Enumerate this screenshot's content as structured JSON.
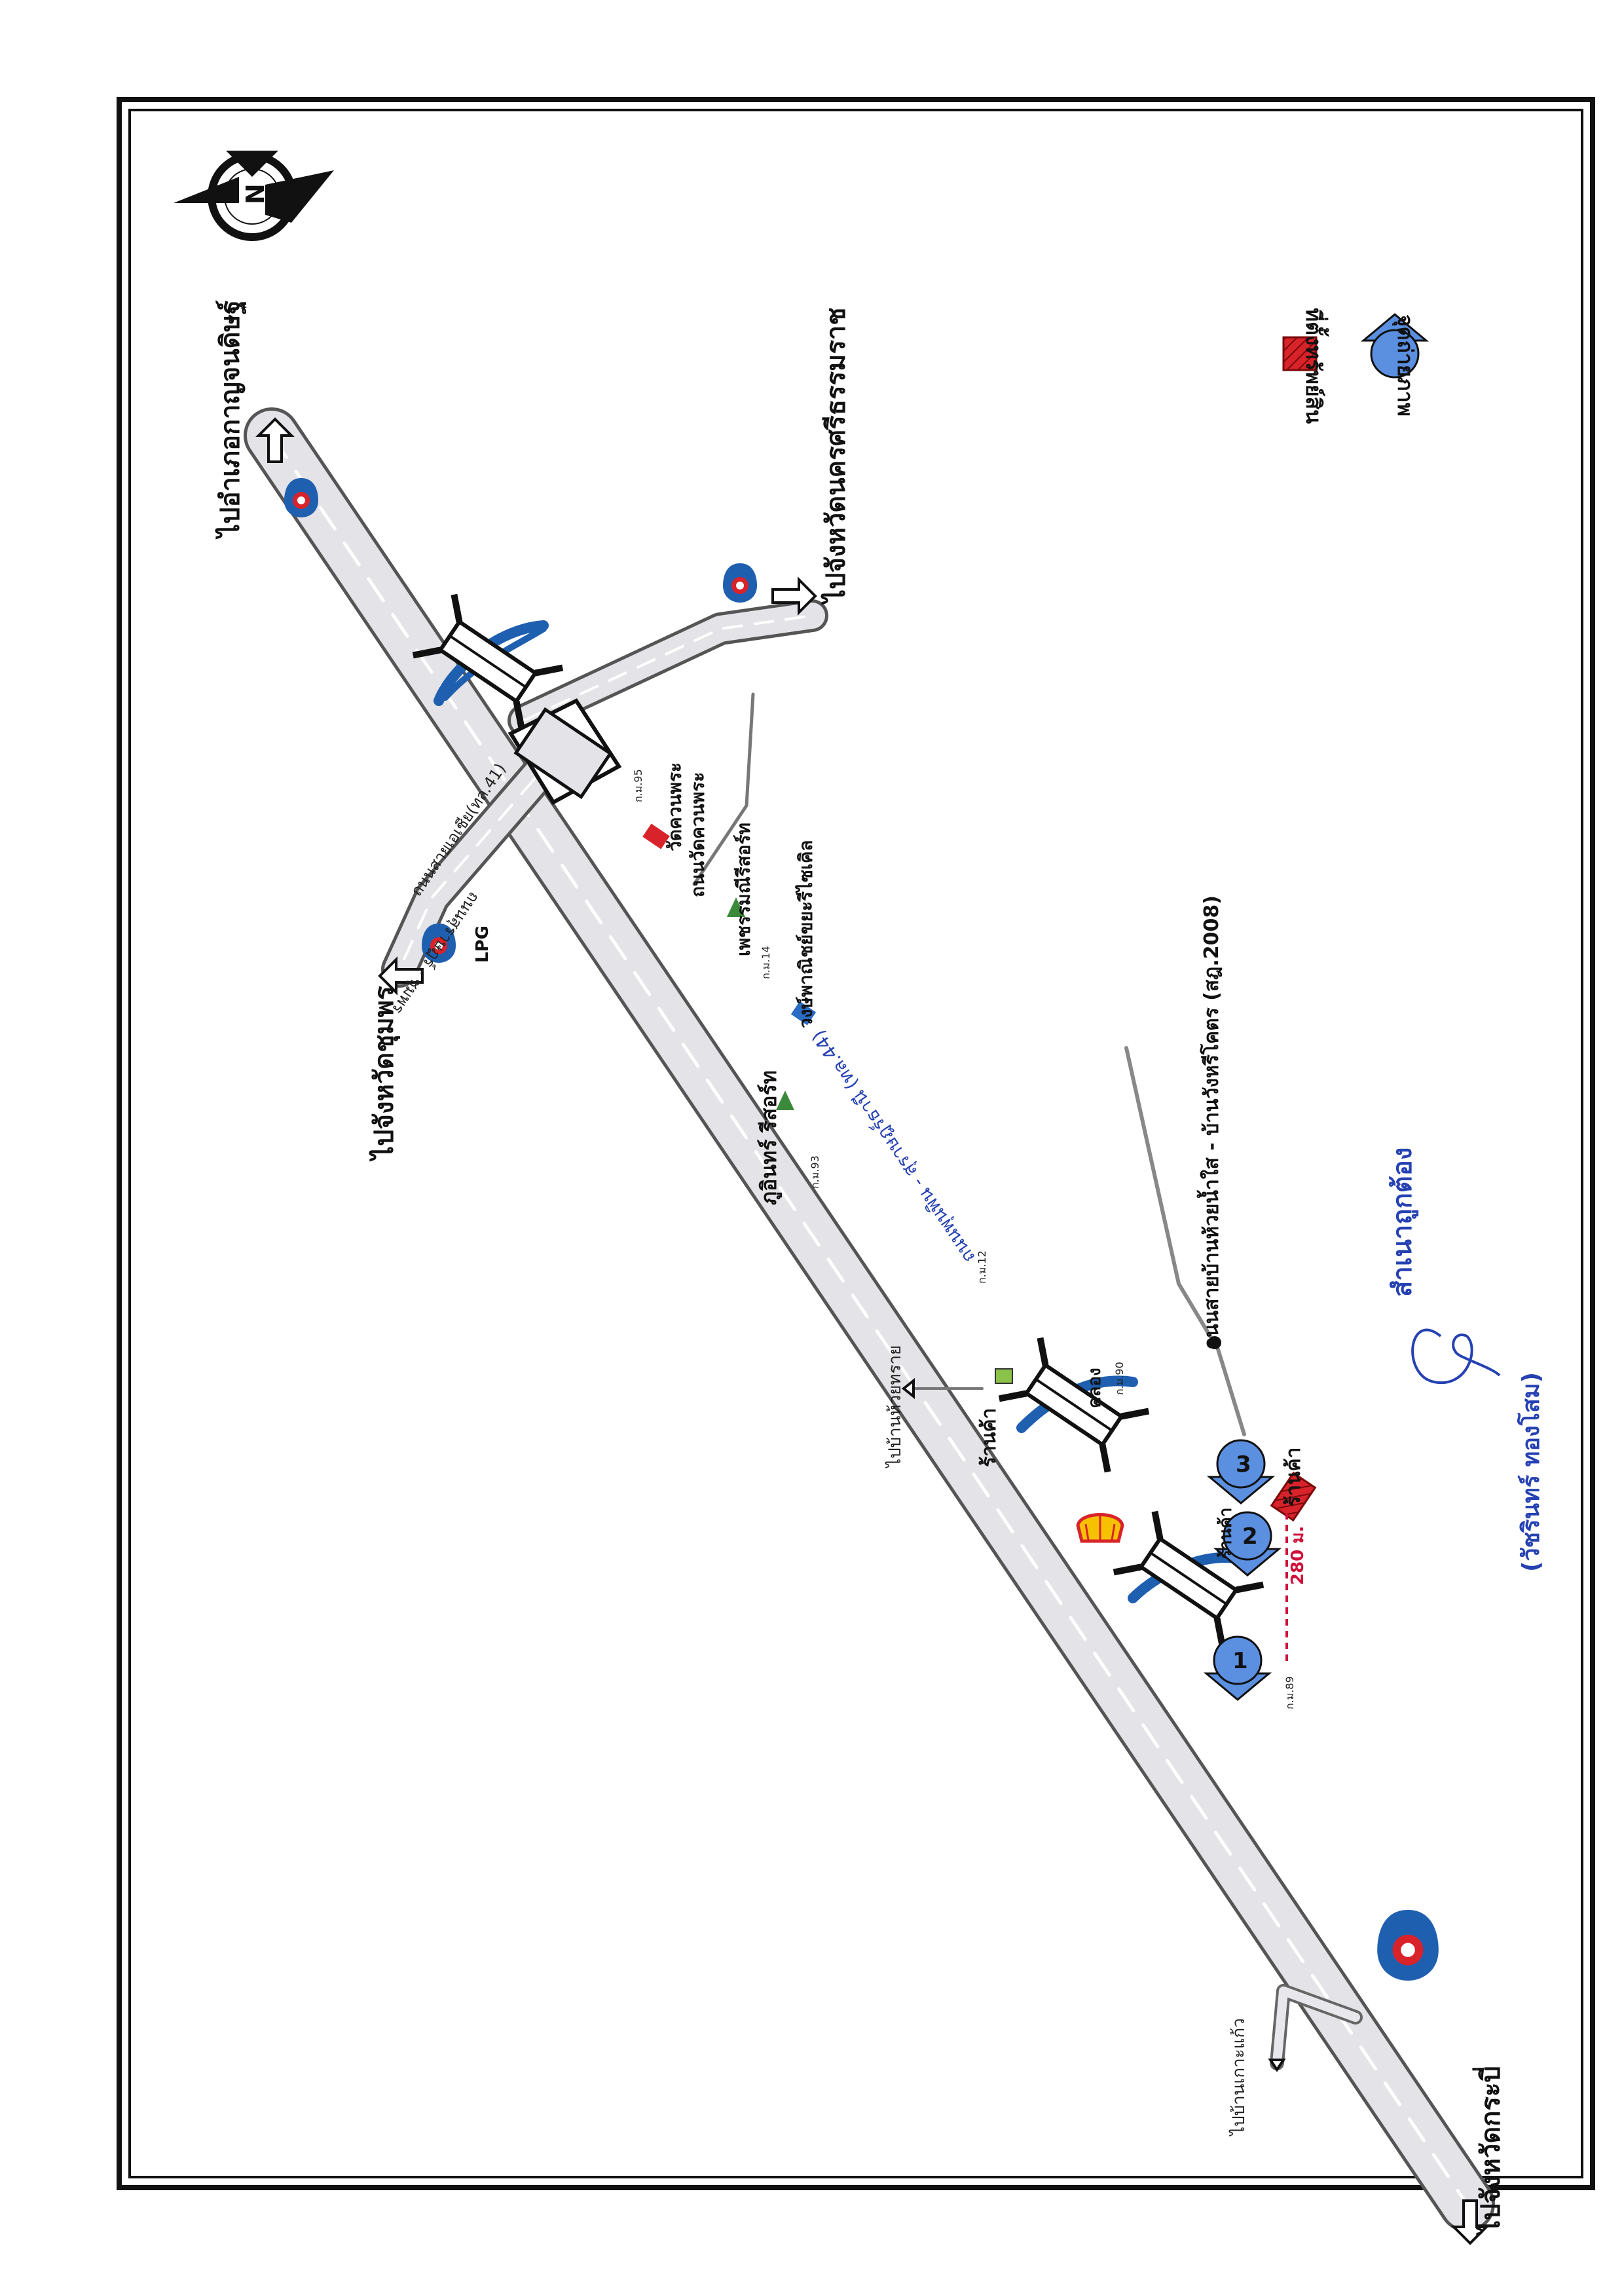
{
  "map": {
    "legend": {
      "property_location": "ที่ตั้งทรัพย์สิน",
      "photo_point": "จุดถ่ายภาพ"
    },
    "compass": {
      "north_letter": "N"
    },
    "directions": {
      "to_kanchanadit": "ไปอำเภอกาญจนดิษฐ์",
      "to_nakhon_si_thammarat": "ไปจังหวัดนครศรีธรรมราช",
      "to_chumphon": "ไปจังหวัดชุมพร",
      "to_krabi": "ไปจังหวัดกระบี่",
      "to_ban_huai_sai": "ไปบ้านห้วยทราย",
      "to_ban_ko_kaeo": "ไปบ้านเกาะแก้ว"
    },
    "roads": {
      "asian_highway": "ถนนสายเอเชีย(ทล.41)",
      "surat_chumphon": "ถนนสุราษฎร์ - ชุมพร",
      "main_highway": "ถนนพุนพิน - สุราษฎร์ธานี (ทล.44)",
      "wat_khuan_phra_road": "ถนนวัดควนพระ",
      "local_road": "ถนนสายบ้านห้วยน้ำใส - บ้านวังหรีโคตร (สฎ.2008)"
    },
    "places": {
      "wat_khuan_phra": "วัดควนพระ",
      "phet_resort": "เพชรรมณีรีสอร์ท",
      "wong_phanit": "วงษ์พาณิชย์ขยะรีไซเคิล",
      "phu_inthra_resort": "ภูอินทร์ รีสอร์ท",
      "lpg": "LPG",
      "shop_1": "ร้านค้า",
      "shop_2": "ร้านค้า",
      "shop_3": "ร้านค้า",
      "canal": "คลอง"
    },
    "km_markers": [
      "ก.ม.95",
      "ก.ม.14",
      "ก.ม.93",
      "ก.ม.12",
      "ก.ม.90",
      "ก.ม.89"
    ],
    "distance": "280 ม.",
    "photo_points": [
      "1",
      "2",
      "3"
    ],
    "certification": {
      "certified_copy": "สำเนาถูกต้อง",
      "signer": "(วัชรินทร์  ทองโสม)"
    },
    "colors": {
      "road_fill": "#e3e3e8",
      "frame": "#111111",
      "water": "#1f5fb0",
      "property": "#d8232a",
      "photo_marker": "#5b8fe0",
      "stamp_text": "#2541b2",
      "distance_line": "#d0103a"
    }
  }
}
